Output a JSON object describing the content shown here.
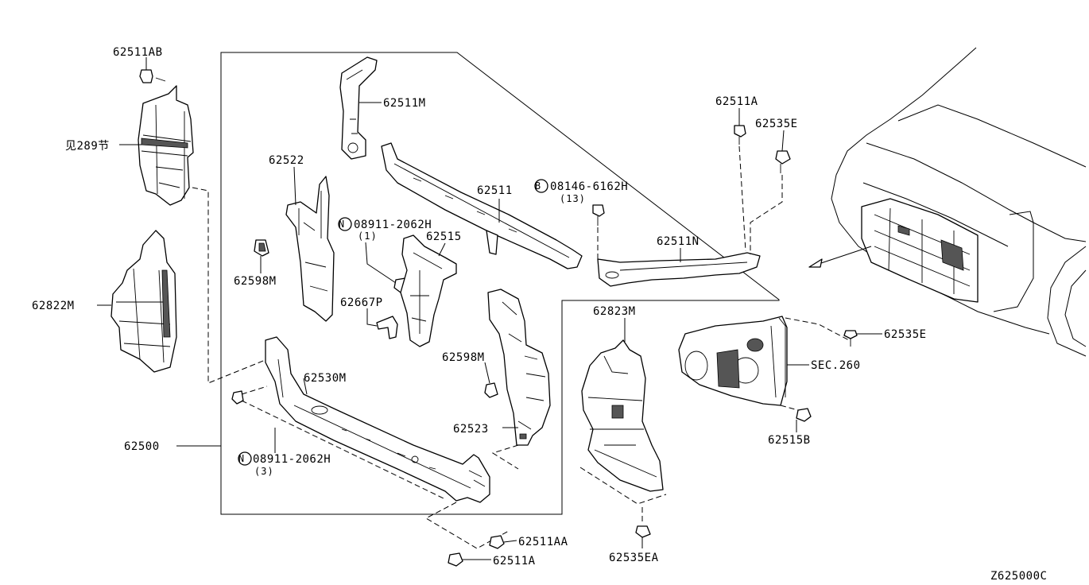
{
  "diagram_id": "Z625000C",
  "labels": {
    "p62511AB": "62511AB",
    "p289": "见289节",
    "p62822M": "62822M",
    "p62500": "62500",
    "p62511M": "62511M",
    "p62522": "62522",
    "p62598M_a": "62598M",
    "p62511": "62511",
    "bolt_b_num": "08146-6162H",
    "bolt_b_qty": "(13)",
    "nut_n1_num": "08911-2062H",
    "nut_n1_qty": "(1)",
    "p62515": "62515",
    "p62667P": "62667P",
    "p62511N": "62511N",
    "p62511A_top": "62511A",
    "p62535E_top": "62535E",
    "p62530M": "62530M",
    "p62598M_b": "62598M",
    "p62523": "62523",
    "nut_n2_num": "08911-2062H",
    "nut_n2_qty": "(3)",
    "p62823M": "62823M",
    "p62535E_right": "62535E",
    "sec260": "SEC.260",
    "p62515B": "62515B",
    "p62511AA": "62511AA",
    "p62511A_bottom": "62511A",
    "p62535EA": "62535EA",
    "circle_n": "N",
    "circle_b": "B"
  }
}
